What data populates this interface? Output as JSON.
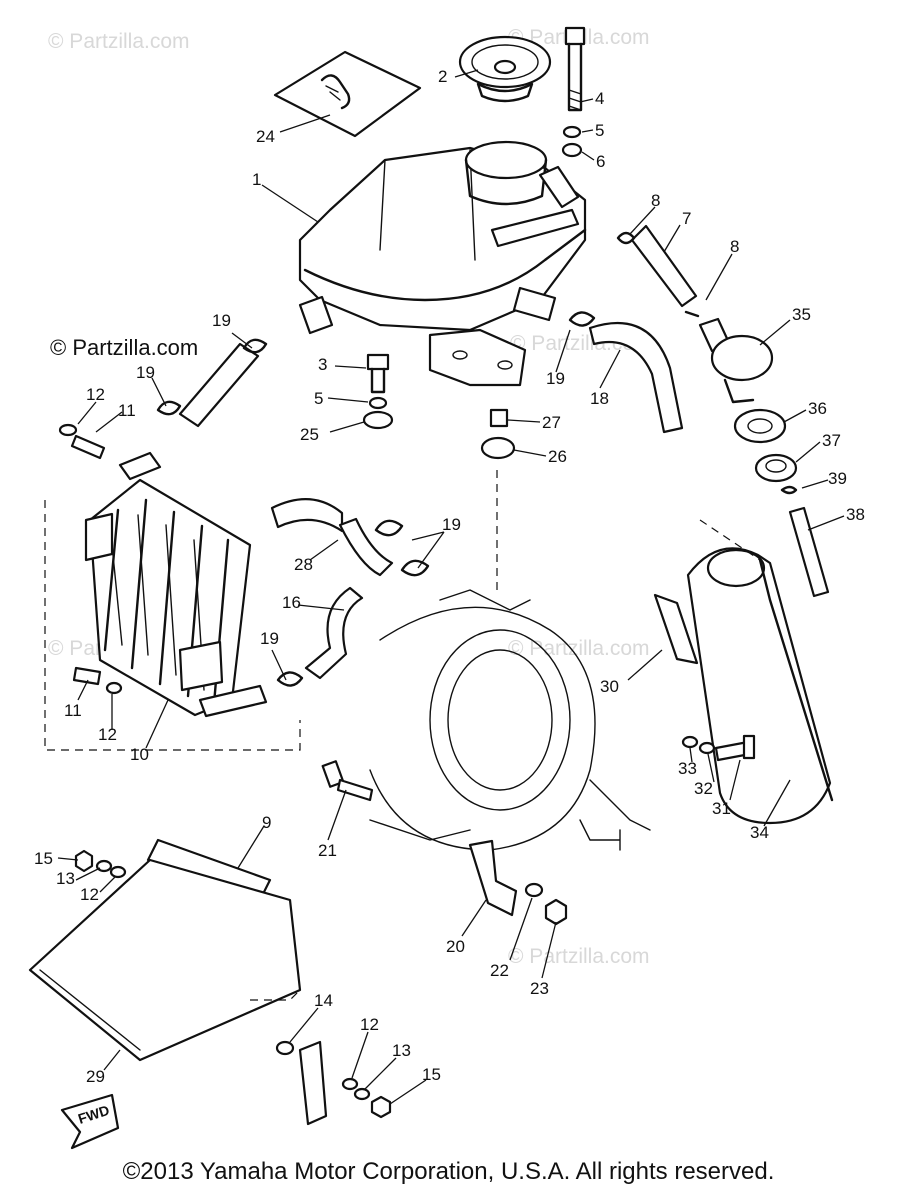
{
  "watermarks": {
    "light": "© Partzilla.com",
    "dark": "© Partzilla.com"
  },
  "fwd_label": "FWD",
  "copyright": "©2013 Yamaha Motor Corporation, U.S.A. All rights reserved.",
  "callouts": {
    "c1": "1",
    "c2": "2",
    "c3": "3",
    "c4": "4",
    "c5a": "5",
    "c5b": "5",
    "c6": "6",
    "c7": "7",
    "c8a": "8",
    "c8b": "8",
    "c9": "9",
    "c10": "10",
    "c11a": "11",
    "c11b": "11",
    "c12a": "12",
    "c12b": "12",
    "c12c": "12",
    "c12d": "12",
    "c13a": "13",
    "c13b": "13",
    "c14": "14",
    "c15a": "15",
    "c15b": "15",
    "c16": "16",
    "c18": "18",
    "c19a": "19",
    "c19b": "19",
    "c19c": "19",
    "c19d": "19",
    "c19e": "19",
    "c20": "20",
    "c21": "21",
    "c22": "22",
    "c23": "23",
    "c24": "24",
    "c25": "25",
    "c26": "26",
    "c27": "27",
    "c28": "28",
    "c29": "29",
    "c30": "30",
    "c31": "31",
    "c32": "32",
    "c33": "33",
    "c34": "34",
    "c35": "35",
    "c36": "36",
    "c37": "37",
    "c38": "38",
    "c39": "39"
  }
}
